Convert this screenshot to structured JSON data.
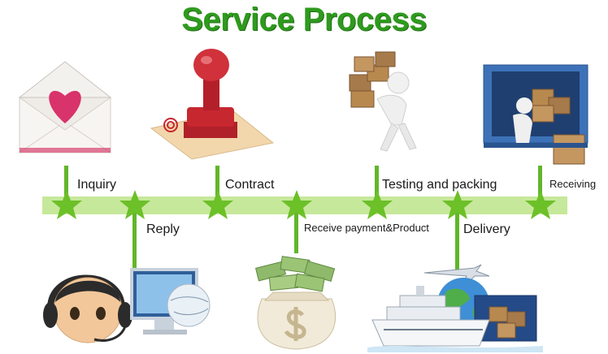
{
  "title": "Service Process",
  "colors": {
    "title_green": "#2e9a1e",
    "bar": "#c6e89a",
    "star": "#6cc028",
    "stem": "#62b62a"
  },
  "steps": [
    {
      "label": "Inquiry",
      "icon": "envelope-heart-icon"
    },
    {
      "label": "Reply",
      "icon": "support-agent-computer-icon"
    },
    {
      "label": "Contract",
      "icon": "rubber-stamp-icon"
    },
    {
      "label": "Receive payment&Product",
      "icon": "money-bag-icon"
    },
    {
      "label": "Testing and packing",
      "icon": "man-carrying-boxes-icon"
    },
    {
      "label": "Delivery",
      "icon": "ship-plane-truck-icon"
    },
    {
      "label": "Receiving",
      "icon": "delivery-truck-icon"
    }
  ]
}
